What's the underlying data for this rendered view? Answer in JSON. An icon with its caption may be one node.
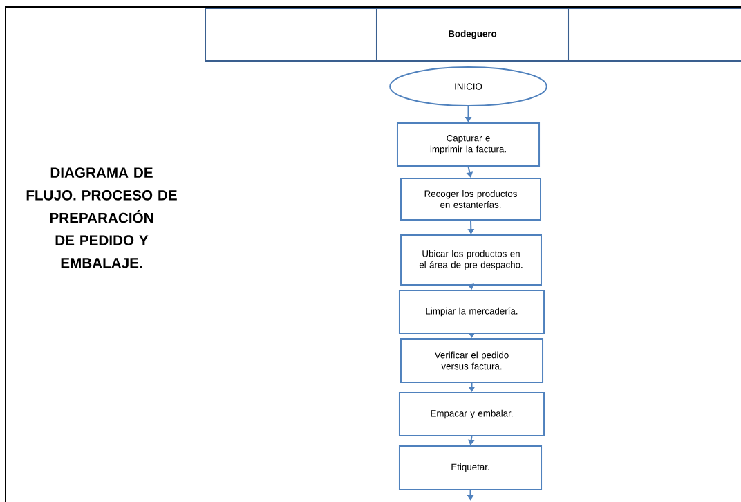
{
  "diagram": {
    "title": "DIAGRAMA DE FLUJO. PROCESO DE PREPARACIÓN DE PEDIDO Y EMBALAJE.",
    "nodes": [
      {
        "text": [],
        "shape": "box"
      },
      {
        "text": [
          "Bodeguero"
        ]
      },
      {
        "text": [],
        "shape": "box"
      },
      {
        "text": [
          "INICIO"
        ]
      },
      {
        "text": [
          "Capturar e imprimir la factura."
        ]
      },
      {
        "text": [
          "Recoger los productos en estanterías."
        ]
      },
      {
        "text": [
          "Ubicar los productos en el área de pre despacho."
        ]
      },
      {
        "text": [
          "Limpiar la mercadería."
        ]
      },
      {
        "text": [
          "Verificar el pedido versus factura."
        ]
      },
      {
        "text": [
          "Empacar y embalar."
        ]
      },
      {
        "text": [
          "Etiquetar."
        ]
      }
    ],
    "edges": [
      {
        "from": 3,
        "to": 4,
        "arrow": "to"
      },
      {
        "from": 4,
        "to": 5,
        "arrow": "to"
      },
      {
        "from": 5,
        "to": 6,
        "arrow": "to"
      },
      {
        "from": 6,
        "to": 7,
        "arrow": "to"
      },
      {
        "from": 7,
        "to": 8,
        "arrow": "to"
      },
      {
        "from": 8,
        "to": 9,
        "arrow": "to"
      },
      {
        "from": 9,
        "to": 10,
        "arrow": "to"
      },
      {
        "from": 10,
        "to": null,
        "arrow": "to"
      }
    ]
  }
}
